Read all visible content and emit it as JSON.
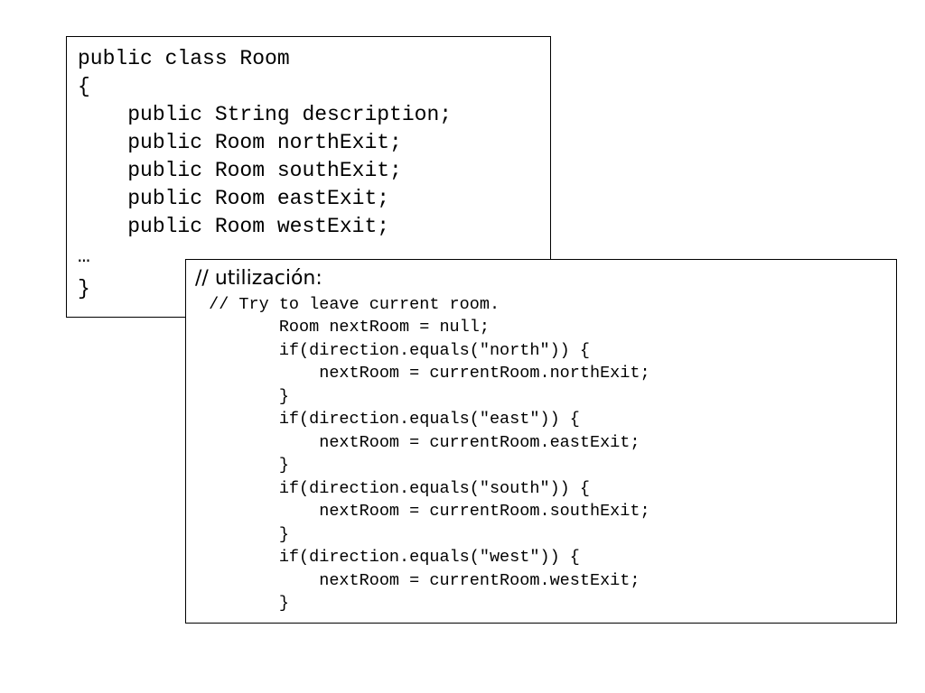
{
  "room_class_code": {
    "lines": [
      "public class Room",
      "{",
      "    public String description;",
      "    public Room northExit;",
      "    public Room southExit;",
      "    public Room eastExit;",
      "    public Room westExit;",
      "…",
      "}"
    ]
  },
  "usage_code": {
    "title": "// utilización:",
    "lines": [
      " // Try to leave current room.",
      "        Room nextRoom = null;",
      "        if(direction.equals(\"north\")) {",
      "            nextRoom = currentRoom.northExit;",
      "        }",
      "        if(direction.equals(\"east\")) {",
      "            nextRoom = currentRoom.eastExit;",
      "        }",
      "        if(direction.equals(\"south\")) {",
      "            nextRoom = currentRoom.southExit;",
      "        }",
      "        if(direction.equals(\"west\")) {",
      "            nextRoom = currentRoom.westExit;",
      "        }"
    ]
  }
}
